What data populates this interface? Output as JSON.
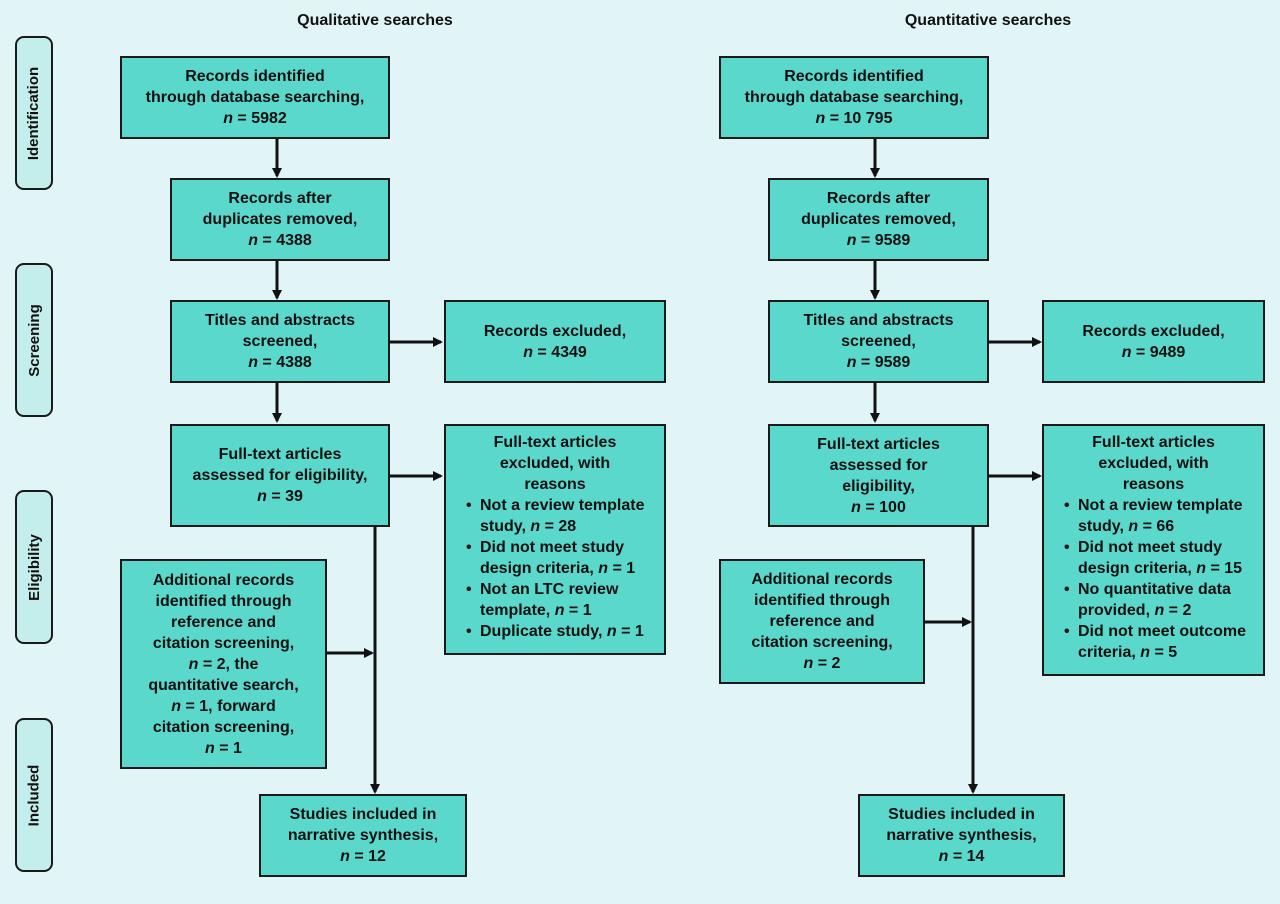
{
  "columns": {
    "qualitative_title": "Qualitative searches",
    "quantitative_title": "Quantitative searches"
  },
  "stages": [
    "Identification",
    "Screening",
    "Eligibility",
    "Included"
  ],
  "qual": {
    "identified": {
      "line1": "Records identified",
      "line2": "through database searching,",
      "n": "5982"
    },
    "after_dup": {
      "line1": "Records after",
      "line2": "duplicates removed,",
      "n": "4388"
    },
    "screened": {
      "line1": "Titles and abstracts",
      "line2": "screened,",
      "n": "4388"
    },
    "excluded": {
      "line1": "Records excluded,",
      "n": "4349"
    },
    "fulltext": {
      "line1": "Full-text articles",
      "line2": "assessed for eligibility,",
      "n": "39"
    },
    "ft_excluded": {
      "heading": [
        "Full-text articles",
        "excluded, with",
        "reasons"
      ],
      "items": [
        {
          "text": "Not a review template",
          "text2": "study, ",
          "n": "28"
        },
        {
          "text": "Did not meet study",
          "text2": "design criteria, ",
          "n": "1"
        },
        {
          "text": "Not an LTC review",
          "text2": "template, ",
          "n": "1"
        },
        {
          "text": "Duplicate study, ",
          "text2": "",
          "n": "1"
        }
      ]
    },
    "additional": {
      "lines": [
        "Additional records",
        "identified through",
        "reference and",
        "citation screening,"
      ],
      "n1": "2",
      "after_n1": ", the",
      "line_q": "quantitative search,",
      "n2": "1",
      "after_n2": ", forward",
      "line_f": "citation screening,",
      "n3": "1"
    },
    "included": {
      "line1": "Studies included in",
      "line2": "narrative synthesis,",
      "n": "12"
    }
  },
  "quant": {
    "identified": {
      "line1": "Records identified",
      "line2": "through database searching,",
      "n": "10 795"
    },
    "after_dup": {
      "line1": "Records after",
      "line2": "duplicates removed,",
      "n": "9589"
    },
    "screened": {
      "line1": "Titles and abstracts",
      "line2": "screened,",
      "n": "9589"
    },
    "excluded": {
      "line1": "Records excluded,",
      "n": "9489"
    },
    "fulltext": {
      "line1": "Full-text articles",
      "line2": "assessed for",
      "line3": "eligibility,",
      "n": "100"
    },
    "ft_excluded": {
      "heading": [
        "Full-text articles",
        "excluded, with",
        "reasons"
      ],
      "items": [
        {
          "text": "Not a review template",
          "text2": "study, ",
          "n": "66"
        },
        {
          "text": "Did not meet study",
          "text2": "design criteria, ",
          "n": "15"
        },
        {
          "text": "No quantitative data",
          "text2": "provided, ",
          "n": "2"
        },
        {
          "text": "Did not meet outcome",
          "text2": "criteria, ",
          "n": "5"
        }
      ]
    },
    "additional": {
      "lines": [
        "Additional records",
        "identified through",
        "reference and",
        "citation screening,"
      ],
      "n": "2"
    },
    "included": {
      "line1": "Studies included in",
      "line2": "narrative synthesis,",
      "n": "14"
    }
  },
  "n_symbol": "n",
  "equals": " = ",
  "colors": {
    "box_fill": "#5ad8cc",
    "stage_fill": "#c4eeec",
    "background": "#e2f5f6",
    "stroke": "#1a1a1a"
  }
}
